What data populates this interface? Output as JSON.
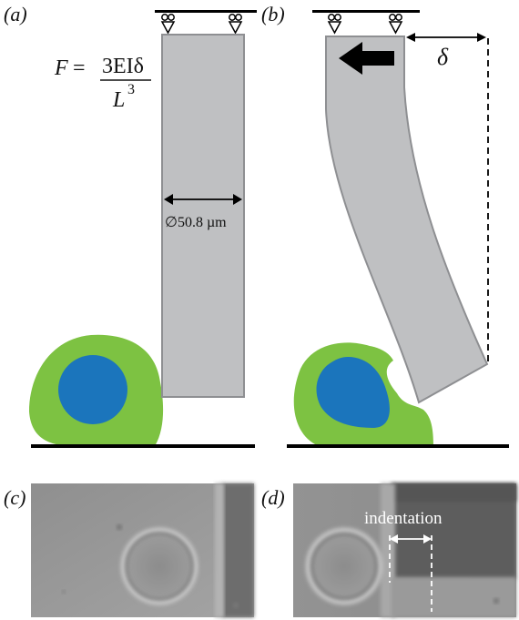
{
  "panels": {
    "a": "(a)",
    "b": "(b)",
    "c": "(c)",
    "d": "(d)"
  },
  "formula": {
    "lhs": "F",
    "eq": "=",
    "numerator": "3EIδ",
    "denominator": "L",
    "exponent": "3"
  },
  "diameter_label": "∅50.8 µm",
  "deflection_label": "δ",
  "indentation_label": "indentation",
  "colors": {
    "beam_fill": "#bfc0c2",
    "beam_stroke": "#8e8f92",
    "cell_cytoplasm": "#7dc242",
    "cell_nucleus": "#1b75bc",
    "substrate": "#000000",
    "micrograph_bg": "#8a8a8a"
  },
  "icons": {
    "beam_mount": "pin-support-icon",
    "push_direction": "left-arrow-icon"
  }
}
